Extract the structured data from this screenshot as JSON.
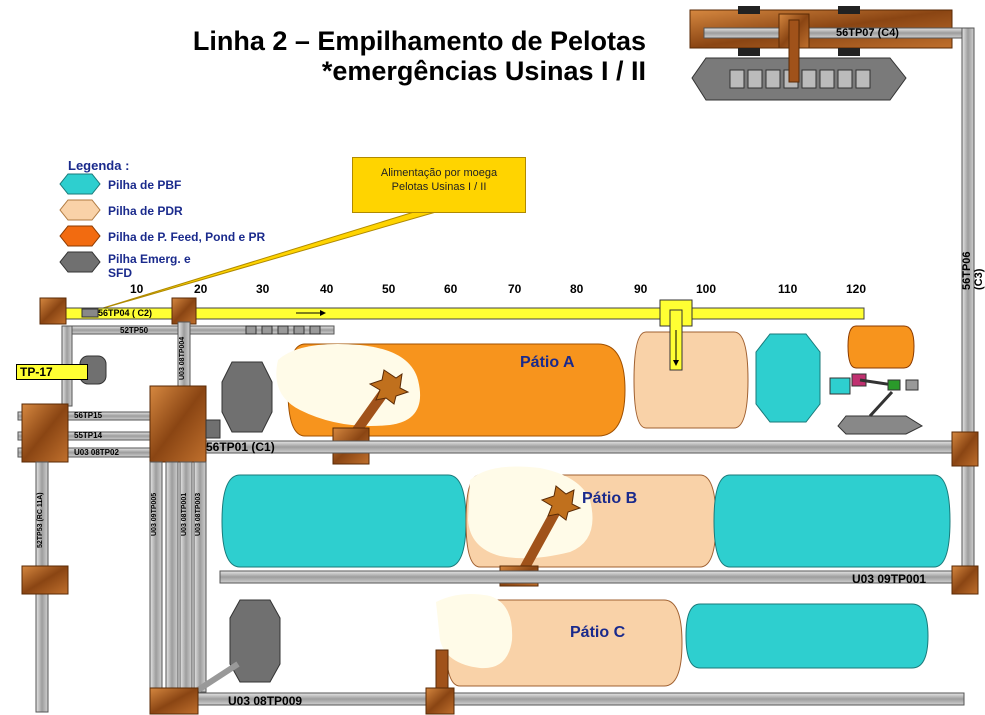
{
  "title": {
    "line1": "Linha 2 – Empilhamento de Pelotas",
    "line2": "*emergências Usinas I / II"
  },
  "legend": {
    "heading": "Legenda :",
    "items": [
      {
        "label": "Pilha  de PBF",
        "color": "#2ecfcf"
      },
      {
        "label": "Pilha de PDR",
        "color": "#f9d2a8"
      },
      {
        "label": "Pilha de P. Feed, Pond e PR",
        "color": "#f26b10"
      },
      {
        "label": "Pilha Emerg. e",
        "label2": "SFD",
        "color": "#707070"
      }
    ]
  },
  "callout": {
    "line1": "Alimentação por moega",
    "line2": "Pelotas Usinas I / II"
  },
  "scale_ticks": [
    "10",
    "20",
    "30",
    "40",
    "50",
    "60",
    "70",
    "80",
    "90",
    "100",
    "110",
    "120"
  ],
  "yards": {
    "a": "Pátio A",
    "b": "Pátio B",
    "c": "Pátio C"
  },
  "belts": {
    "tp07": "56TP07 (C4)",
    "tp06": "56TP06 (C3)",
    "tp04": "56TP04 ( C2)",
    "tp01": "56TP01 (C1)",
    "tp09001": "U03 09TP001",
    "tp08009": "U03 08TP009",
    "tp17": "TP-17",
    "s52tp50": "52TP50",
    "s56tp15": "56TP15",
    "s55tp14": "55TP14",
    "s08tp02": "U03 08TP02",
    "v52tp53": "52TP53 (RC 11A)",
    "v09tp005": "U03 09TP005",
    "v08tp001": "U03 08TP001",
    "v08tp003": "U03 08TP003",
    "v08tp004": "U03 08TP004"
  },
  "colors": {
    "pbf": "#2ecfcf",
    "pdr": "#f9d2a8",
    "pfeed": "#f7941d",
    "emerg": "#707070",
    "belt": "#b4b4b4",
    "machine": "#a0521a",
    "yellow_belt": "#ffff33"
  }
}
